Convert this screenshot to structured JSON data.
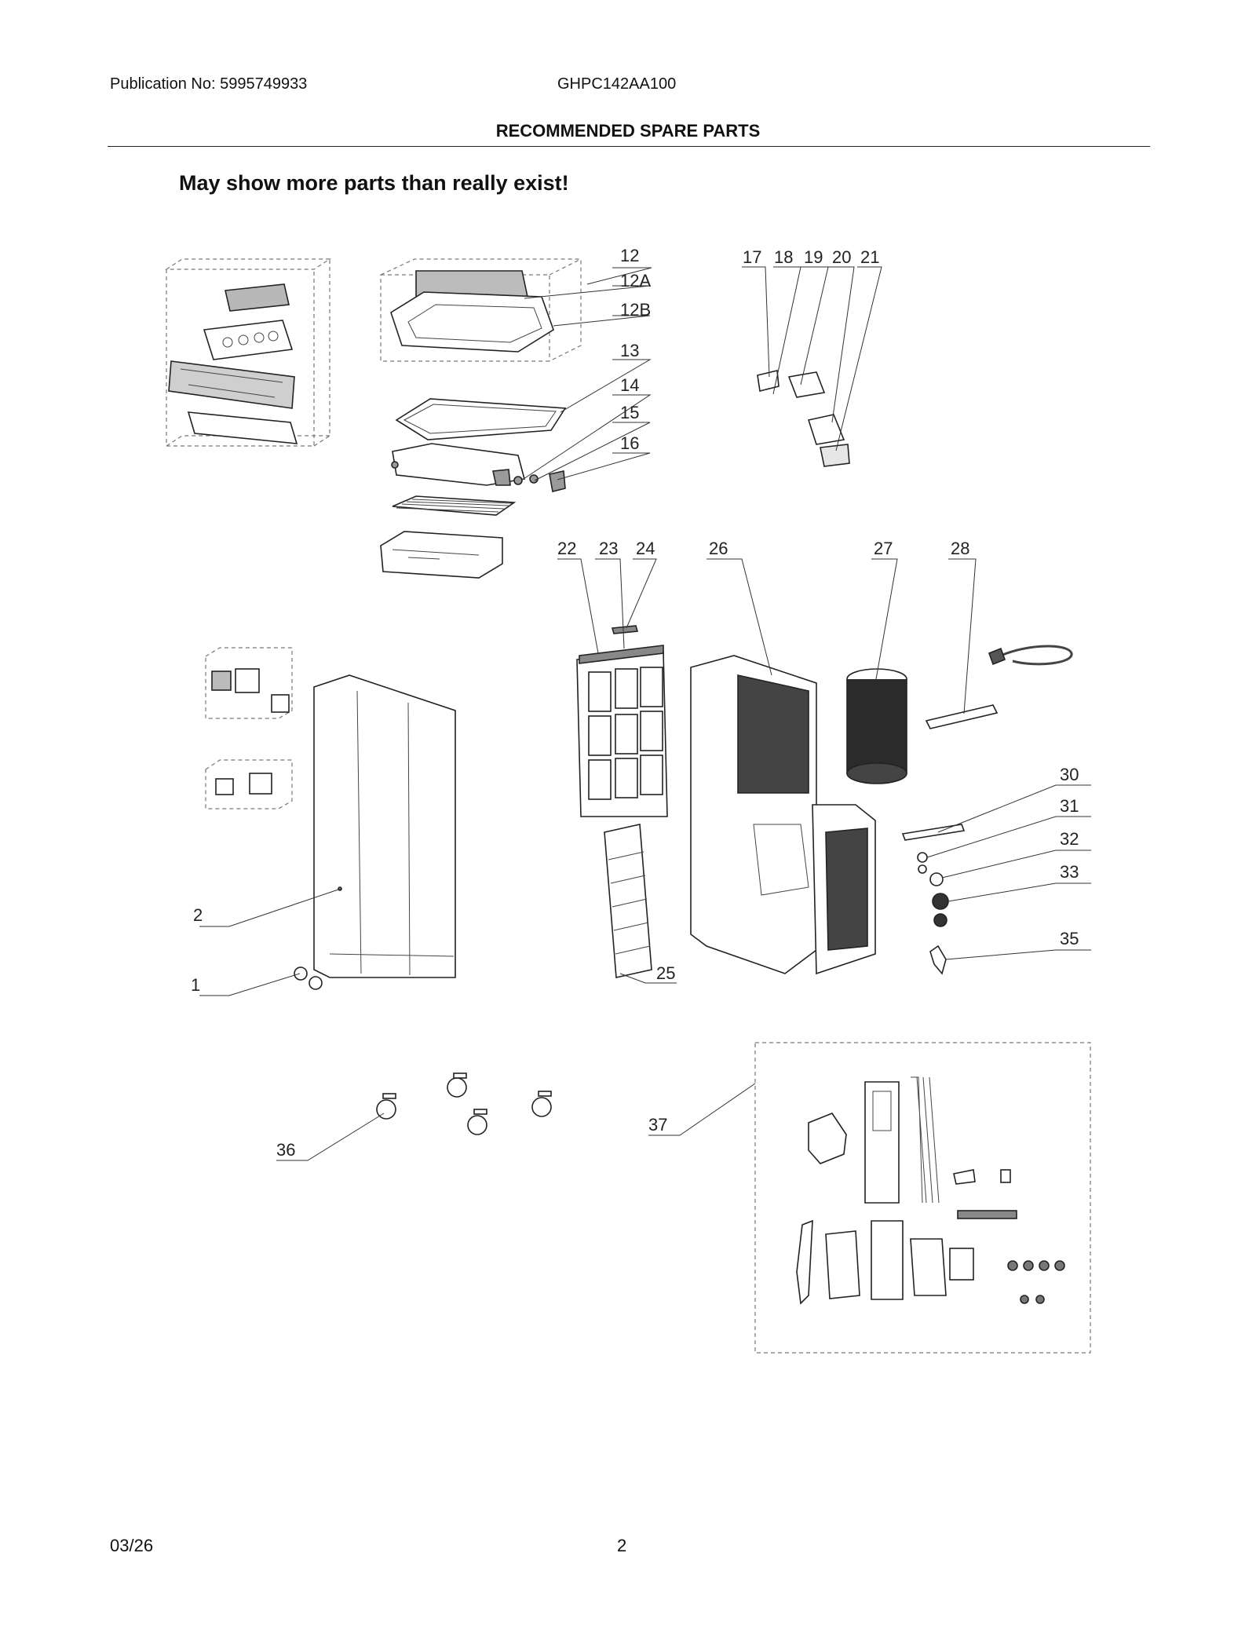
{
  "header": {
    "publication": "Publication No: 5995749933",
    "model": "GHPC142AA100",
    "section_title": "RECOMMENDED SPARE PARTS"
  },
  "note": "May show more parts than really exist!",
  "footer": {
    "date": "03/26",
    "page": "2"
  },
  "callouts": [
    "12",
    "12A",
    "12B",
    "13",
    "14",
    "15",
    "16",
    "17",
    "18",
    "19",
    "20",
    "21",
    "22",
    "23",
    "24",
    "25",
    "26",
    "27",
    "28",
    "30",
    "31",
    "32",
    "33",
    "35",
    "2",
    "1",
    "36",
    "37"
  ]
}
